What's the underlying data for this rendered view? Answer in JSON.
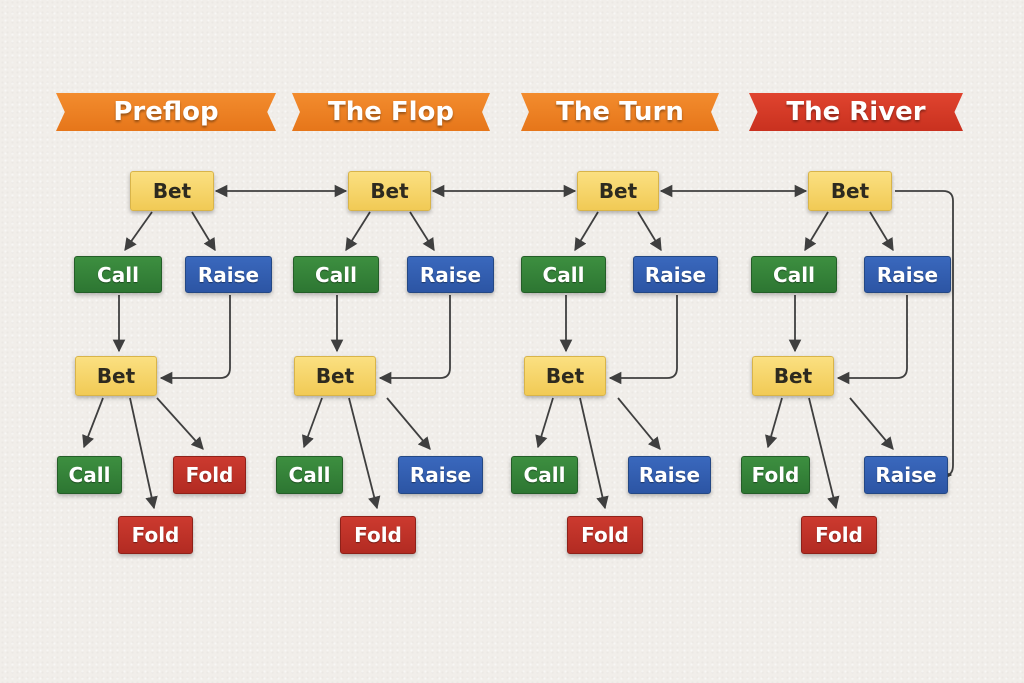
{
  "stages": [
    {
      "label": "Preflop",
      "color": "#ee8428"
    },
    {
      "label": "The Flop",
      "color": "#ee8428"
    },
    {
      "label": "The Turn",
      "color": "#ee8428"
    },
    {
      "label": "The River",
      "color": "#d83c28"
    }
  ],
  "colors": {
    "bet": "#f6d56a",
    "call": "#357f38",
    "raise": "#3160b2",
    "fold": "#c0322a",
    "arrow": "#3f3f3f"
  },
  "columns": [
    {
      "top_bet": "Bet",
      "call": "Call",
      "raise": "Raise",
      "mid_bet": "Bet",
      "outcomes": [
        "Call",
        "Fold",
        "Fold"
      ]
    },
    {
      "top_bet": "Bet",
      "call": "Call",
      "raise": "Raise",
      "mid_bet": "Bet",
      "outcomes": [
        "Call",
        "Fold",
        "Raise"
      ]
    },
    {
      "top_bet": "Bet",
      "call": "Call",
      "raise": "Raise",
      "mid_bet": "Bet",
      "outcomes": [
        "Call",
        "Fold",
        "Raise"
      ]
    },
    {
      "top_bet": "Bet",
      "call": "Call",
      "raise": "Raise",
      "mid_bet": "Bet",
      "outcomes": [
        "Fold",
        "Fold",
        "Raise"
      ]
    }
  ]
}
